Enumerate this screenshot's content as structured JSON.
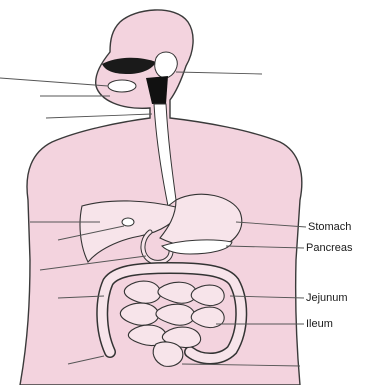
{
  "labels": {
    "stomach": "Stomach",
    "pancreas": "Pancreas",
    "jejunum": "Jejunum",
    "ileum": "Ileum"
  },
  "colors": {
    "skin": "#f3d3de",
    "outline": "#3a3a3a",
    "organ": "#f7e4ea",
    "pharynx": "#111111",
    "leader": "#555555"
  }
}
